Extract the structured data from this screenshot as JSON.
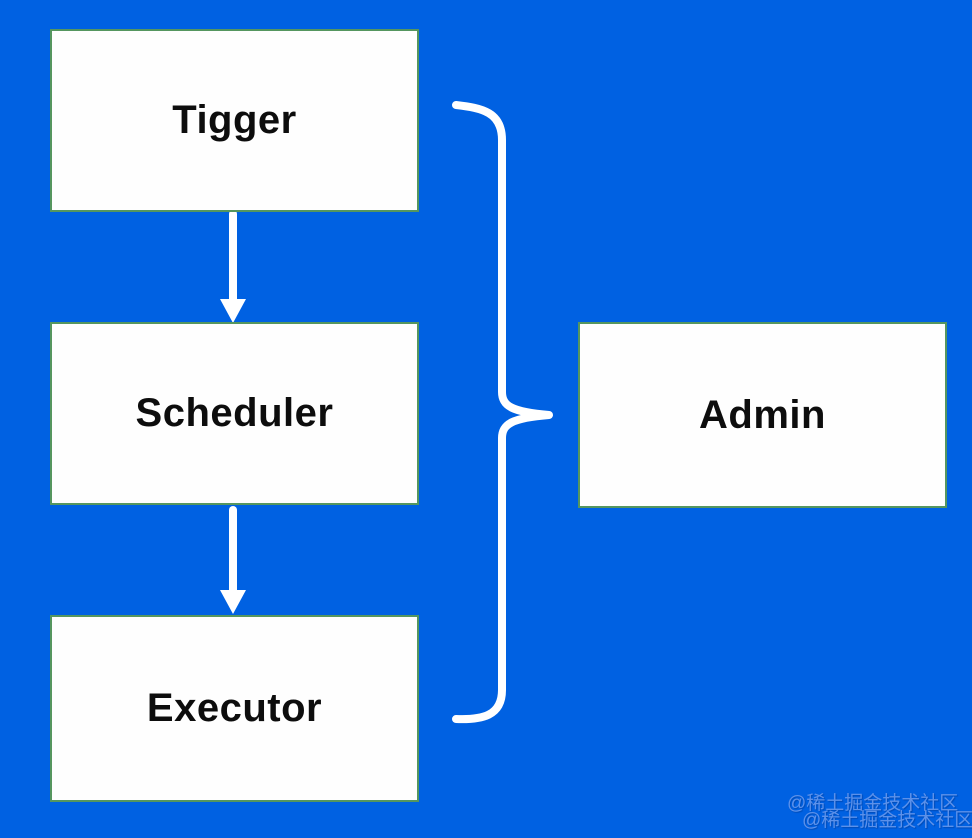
{
  "nodes": [
    {
      "id": "tigger",
      "label": "Tigger"
    },
    {
      "id": "scheduler",
      "label": "Scheduler"
    },
    {
      "id": "executor",
      "label": "Executor"
    },
    {
      "id": "admin",
      "label": "Admin"
    }
  ],
  "connectors": [
    {
      "id": "arrow-tigger-to-scheduler",
      "type": "arrow-down",
      "from": "tigger",
      "to": "scheduler"
    },
    {
      "id": "arrow-scheduler-to-executor",
      "type": "arrow-down",
      "from": "scheduler",
      "to": "executor"
    },
    {
      "id": "brace-group-to-admin",
      "type": "curly-brace",
      "groups": [
        "tigger",
        "scheduler",
        "executor"
      ],
      "points_to": "admin"
    }
  ],
  "watermark": {
    "line1": "@稀土掘金技术社区",
    "line2": "@稀土掘金技术社区"
  },
  "colors": {
    "bg": "#0061e2",
    "box-fill": "#fefefe",
    "box-border": "#55965f",
    "connector": "#ffffff",
    "label": "#0d0d0d",
    "watermark": "#6d9aec"
  }
}
